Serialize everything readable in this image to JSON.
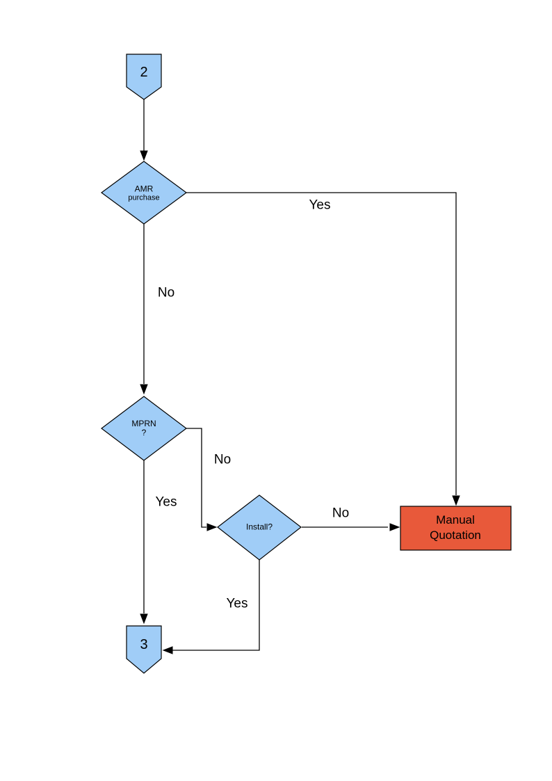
{
  "diagram": {
    "type": "flowchart",
    "colors": {
      "node_fill": "#A0CDF7",
      "alert_fill": "#E8593A",
      "stroke": "#000000",
      "background": "#FFFFFF"
    },
    "nodes": {
      "connector_2": {
        "type": "off-page-connector",
        "label": "2"
      },
      "amr_purchase": {
        "type": "decision",
        "line1": "AMR",
        "line2": "purchase"
      },
      "mprn": {
        "type": "decision",
        "line1": "MPRN",
        "line2": "?"
      },
      "install": {
        "type": "decision",
        "label": "Install?"
      },
      "manual_quotation": {
        "type": "process",
        "line1": "Manual",
        "line2": "Quotation"
      },
      "connector_3": {
        "type": "off-page-connector",
        "label": "3"
      }
    },
    "edges": {
      "amr_yes": {
        "from": "amr_purchase",
        "to": "manual_quotation",
        "label": "Yes"
      },
      "amr_no": {
        "from": "amr_purchase",
        "to": "mprn",
        "label": "No"
      },
      "mprn_no": {
        "from": "mprn",
        "to": "install",
        "label": "No"
      },
      "mprn_yes": {
        "from": "mprn",
        "to": "connector_3",
        "label": "Yes"
      },
      "install_no": {
        "from": "install",
        "to": "manual_quotation",
        "label": "No"
      },
      "install_yes": {
        "from": "install",
        "to": "connector_3",
        "label": "Yes"
      }
    }
  }
}
